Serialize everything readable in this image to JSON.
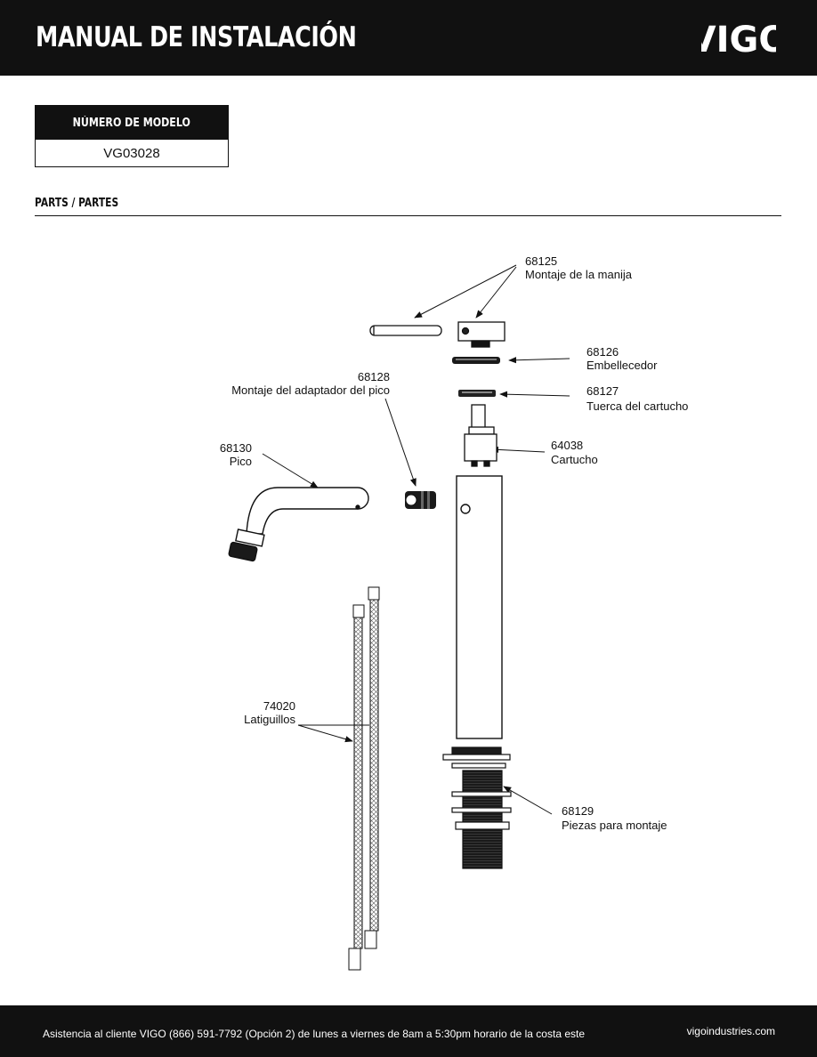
{
  "header": {
    "title": "MANUAL DE INSTALACIÓN",
    "logo_text": "VIGO"
  },
  "model": {
    "label": "NÚMERO DE MODELO",
    "value": "VG03028"
  },
  "section": {
    "title": "PARTS / PARTES"
  },
  "parts": [
    {
      "number": "68125",
      "name": "Montaje de la manija"
    },
    {
      "number": "68126",
      "name": "Embellecedor"
    },
    {
      "number": "68128",
      "name": "Montaje del adaptador del pico"
    },
    {
      "number": "68127",
      "name": "Tuerca del cartucho"
    },
    {
      "number": "68130",
      "name": "Pico"
    },
    {
      "number": "64038",
      "name": "Cartucho"
    },
    {
      "number": "74020",
      "name": "Latiguillos"
    },
    {
      "number": "68129",
      "name": "Piezas para montaje"
    }
  ],
  "footer": {
    "support": "Asistencia al cliente VIGO (866) 591-7792 (Opción 2) de lunes a viernes de 8am a 5:30pm horario de la costa este",
    "website": "vigoindustries.com"
  },
  "colors": {
    "dark": "#111111",
    "light": "#ffffff"
  }
}
